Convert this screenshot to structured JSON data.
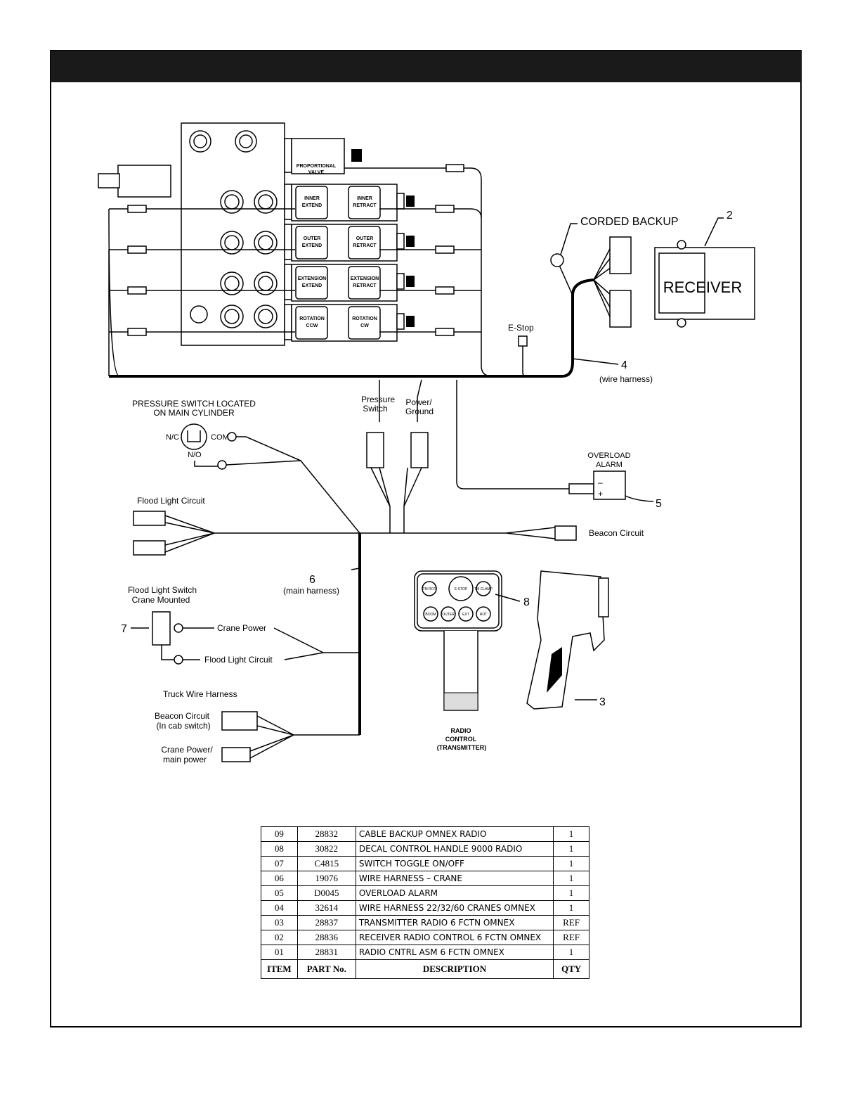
{
  "valve": {
    "proportional": [
      "PROPORTIONAL",
      "VALVE"
    ],
    "sections": [
      {
        "left": [
          "INNER",
          "EXTEND"
        ],
        "right": [
          "INNER",
          "RETRACT"
        ]
      },
      {
        "left": [
          "OUTER",
          "EXTEND"
        ],
        "right": [
          "OUTER",
          "RETRACT"
        ]
      },
      {
        "left": [
          "EXTENSION",
          "EXTEND"
        ],
        "right": [
          "EXTENSION",
          "RETRACT"
        ]
      },
      {
        "left": [
          "ROTATION",
          "CCW"
        ],
        "right": [
          "ROTATION",
          "CW"
        ]
      }
    ]
  },
  "labels": {
    "corded_backup": "CORDED  BACKUP",
    "receiver": "RECEIVER",
    "estop": "E-Stop",
    "wire_harness": "(wire  harness)",
    "pressure_switch_title": [
      "PRESSURE  SWITCH  LOCATED",
      "ON  MAIN  CYLINDER"
    ],
    "nc": "N/C",
    "com": "COM",
    "no": "N/O",
    "pressure_switch": [
      "Pressure",
      "Switch"
    ],
    "power_ground": [
      "Power/",
      "Ground"
    ],
    "overload_alarm": [
      "OVERLOAD",
      "ALARM"
    ],
    "minus": "–",
    "plus": "+",
    "flood_light_circuit": "Flood  Light  Circuit",
    "beacon_circuit": "Beacon  Circuit",
    "main_harness": "(main  harness)",
    "flood_light_switch": [
      "Flood  Light  Switch",
      "Crane  Mounted"
    ],
    "crane_power": "Crane  Power",
    "flood_light_circuit2": "Flood  Light  Circuit",
    "truck_wire_harness": "Truck  Wire  Harness",
    "beacon_cab": [
      "Beacon  Circuit",
      "(In  cab  switch)"
    ],
    "crane_main_power": [
      "Crane  Power/",
      "main  power"
    ],
    "radio_control": [
      "RADIO",
      "CONTROL",
      "(TRANSMITTER)"
    ],
    "transmitter_buttons": [
      "TM ROT",
      "E-STOP",
      "TM CLAMP",
      "BOOM",
      "OUTER",
      "EXT",
      "ROT"
    ]
  },
  "callouts": {
    "c2": "2",
    "c3": "3",
    "c4": "4",
    "c5": "5",
    "c6": "6",
    "c7": "7",
    "c8": "8"
  },
  "parts_table": {
    "headers": {
      "item": "ITEM",
      "part": "PART  No.",
      "desc": "DESCRIPTION",
      "qty": "QTY"
    },
    "rows": [
      {
        "item": "09",
        "part": "28832",
        "desc": "CABLE  BACKUP  OMNEX  RADIO",
        "qty": "1"
      },
      {
        "item": "08",
        "part": "30822",
        "desc": "DECAL  CONTROL  HANDLE  9000  RADIO",
        "qty": "1"
      },
      {
        "item": "07",
        "part": "C4815",
        "desc": "SWITCH  TOGGLE  ON/OFF",
        "qty": "1"
      },
      {
        "item": "06",
        "part": "19076",
        "desc": "WIRE  HARNESS  –  CRANE",
        "qty": "1"
      },
      {
        "item": "05",
        "part": "D0045",
        "desc": "OVERLOAD  ALARM",
        "qty": "1"
      },
      {
        "item": "04",
        "part": "32614",
        "desc": "WIRE  HARNESS  22/32/60  CRANES  OMNEX",
        "qty": "1"
      },
      {
        "item": "03",
        "part": "28837",
        "desc": "TRANSMITTER  RADIO  6  FCTN  OMNEX",
        "qty": "REF"
      },
      {
        "item": "02",
        "part": "28836",
        "desc": "RECEIVER  RADIO  CONTROL  6  FCTN  OMNEX",
        "qty": "REF"
      },
      {
        "item": "01",
        "part": "28831",
        "desc": "RADIO  CNTRL  ASM  6  FCTN  OMNEX",
        "qty": "1"
      }
    ]
  }
}
